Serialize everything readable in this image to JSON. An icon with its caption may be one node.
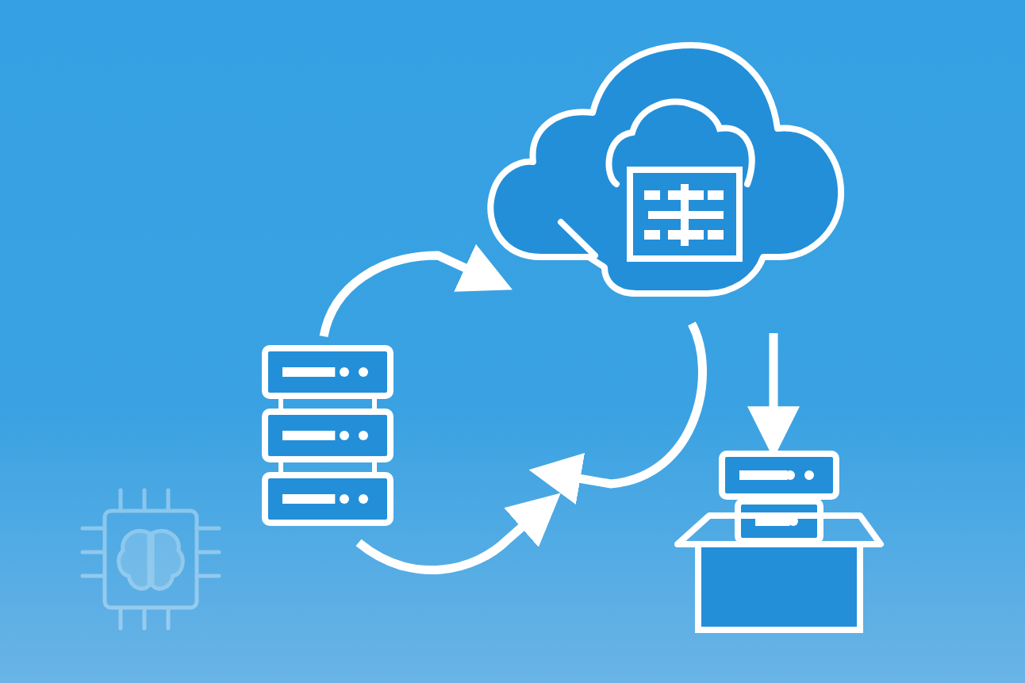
{
  "diagram": {
    "nodes": [
      {
        "text": [],
        "shape": "server"
      },
      {
        "text": [],
        "shape": "cloud"
      },
      {
        "text": [],
        "shape": "box"
      }
    ],
    "edges": [
      {
        "from": 0,
        "to": 1,
        "arrow": "to"
      },
      {
        "from": 1,
        "to": null,
        "arrow": "to"
      },
      {
        "from": 0,
        "to": null,
        "arrow": "to"
      },
      {
        "from": null,
        "to": 2,
        "arrow": "to"
      }
    ]
  }
}
